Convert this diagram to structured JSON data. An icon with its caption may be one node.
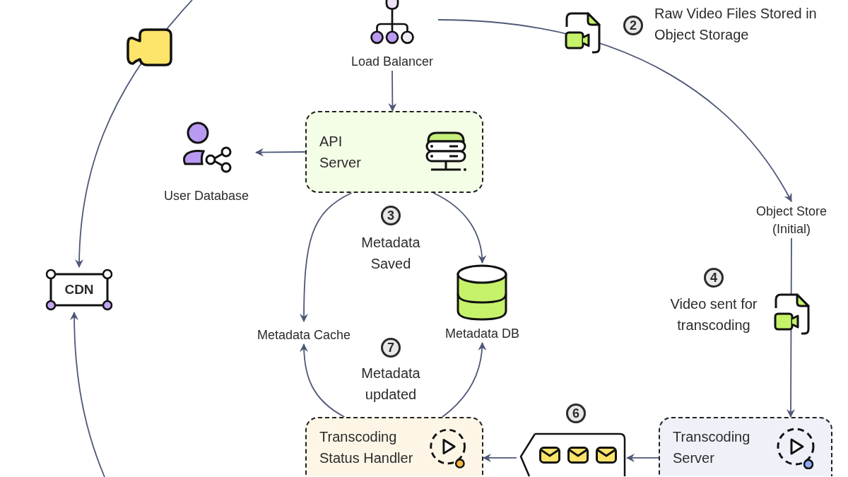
{
  "diagram": {
    "nodes": [
      {
        "text": [
          "Load Balancer"
        ]
      },
      {
        "text": [
          "API Server"
        ]
      },
      {
        "text": [
          "User Database"
        ]
      },
      {
        "text": [
          "Metadata Cache"
        ]
      },
      {
        "text": [
          "Metadata DB"
        ]
      },
      {
        "text": [
          "CDN"
        ]
      },
      {
        "text": [
          "Object Store (Initial)"
        ]
      },
      {
        "text": [
          "Transcoding Server"
        ]
      },
      {
        "text": [],
        "shape": "box"
      },
      {
        "text": [
          "Transcoding Status Handler"
        ]
      }
    ],
    "edges": [
      {
        "from": 0,
        "to": 1,
        "arrow": "to"
      },
      {
        "from": 0,
        "to": 6,
        "arrow": "to"
      },
      {
        "from": 1,
        "to": 2,
        "arrow": "to"
      },
      {
        "from": 1,
        "to": 3,
        "arrow": "to"
      },
      {
        "from": 1,
        "to": 4,
        "arrow": "to"
      },
      {
        "from": 6,
        "to": 7,
        "arrow": "to"
      },
      {
        "from": 7,
        "to": 8,
        "arrow": "to"
      },
      {
        "from": 8,
        "to": 9,
        "arrow": "to"
      },
      {
        "from": 9,
        "to": 3,
        "arrow": "to"
      },
      {
        "from": 9,
        "to": 4,
        "arrow": "to"
      },
      {
        "from": null,
        "to": 5,
        "arrow": "to"
      },
      {
        "from": null,
        "to": 5,
        "arrow": "to"
      }
    ],
    "labels": [
      "2",
      "Raw Video Files Stored in Object Storage",
      "3",
      "Metadata Saved",
      "4",
      "Video sent for transcoding",
      "7",
      "Metadata updated",
      "6"
    ]
  }
}
